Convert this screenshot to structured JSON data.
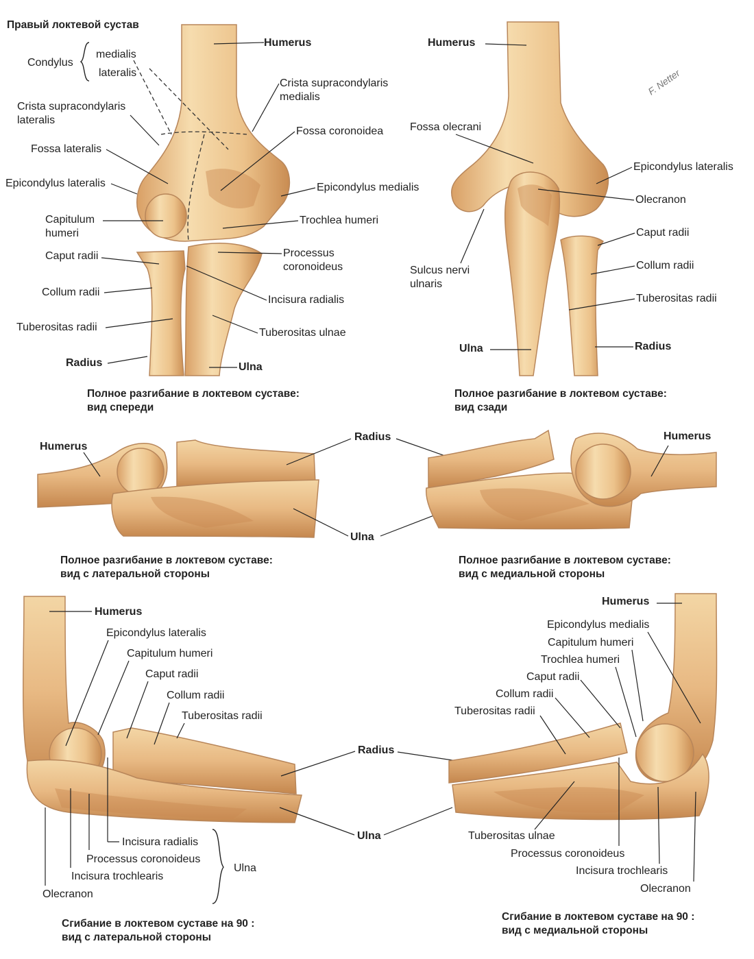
{
  "title": "Правый локтевой сустав",
  "signature": "F. Netter",
  "panel_front": {
    "caption_line1": "Полное разгибание в локтевом суставе:",
    "caption_line2": "вид спереди",
    "condylus": "Condylus",
    "medialis": "medialis",
    "lateralis": "lateralis",
    "humerus": "Humerus",
    "crista_lat_1": "Crista supracondylaris",
    "crista_lat_2": "lateralis",
    "crista_med_1": "Crista supracondylaris",
    "crista_med_2": "medialis",
    "fossa_lateralis": "Fossa lateralis",
    "fossa_coronoidea": "Fossa coronoidea",
    "epicondylus_lateralis": "Epicondylus lateralis",
    "epicondylus_medialis": "Epicondylus medialis",
    "capitulum_1": "Capitulum",
    "capitulum_2": "humeri",
    "trochlea": "Trochlea humeri",
    "caput_radii": "Caput radii",
    "processus_1": "Processus",
    "processus_2": "coronoideus",
    "collum_radii": "Collum radii",
    "incisura_radialis": "Incisura radialis",
    "tuberositas_radii": "Tuberositas radii",
    "tuberositas_ulnae": "Tuberositas ulnae",
    "radius": "Radius",
    "ulna": "Ulna"
  },
  "panel_back": {
    "caption_line1": "Полное разгибание в локтевом суставе:",
    "caption_line2": "вид сзади",
    "humerus": "Humerus",
    "fossa_olecrani": "Fossa olecrani",
    "epicondylus_lateralis": "Epicondylus lateralis",
    "olecranon": "Olecranon",
    "caput_radii": "Caput radii",
    "collum_radii": "Collum radii",
    "tuberositas_radii": "Tuberositas radii",
    "sulcus_1": "Sulcus nervi",
    "sulcus_2": "ulnaris",
    "ulna": "Ulna",
    "radius": "Radius"
  },
  "panel_lateral_ext": {
    "caption_line1": "Полное разгибание в локтевом суставе:",
    "caption_line2": "вид с латеральной стороны",
    "humerus": "Humerus"
  },
  "panel_medial_ext": {
    "caption_line1": "Полное разгибание в локтевом суставе:",
    "caption_line2": "вид с медиальной стороны",
    "humerus": "Humerus"
  },
  "middle_shared": {
    "radius": "Radius",
    "ulna": "Ulna"
  },
  "panel_lateral_flex": {
    "caption_line1": "Сгибание в локтевом суставе на 90 :",
    "caption_line2": "вид с латеральной стороны",
    "humerus": "Humerus",
    "epicondylus_lateralis": "Epicondylus lateralis",
    "capitulum": "Capitulum humeri",
    "caput_radii": "Caput radii",
    "collum_radii": "Collum radii",
    "tuberositas_radii": "Tuberositas radii",
    "incisura_radialis": "Incisura radialis",
    "processus": "Processus coronoideus",
    "incisura_trochlearis": "Incisura trochlearis",
    "olecranon": "Olecranon",
    "ulna_group": "Ulna"
  },
  "panel_medial_flex": {
    "caption_line1": "Сгибание в локтевом суставе на 90 :",
    "caption_line2": "вид с медиальной стороны",
    "humerus": "Humerus",
    "epicondylus_medialis": "Epicondylus medialis",
    "capitulum": "Capitulum humeri",
    "trochlea": "Trochlea humeri",
    "caput_radii": "Caput radii",
    "collum_radii": "Collum radii",
    "tuberositas_radii": "Tuberositas radii",
    "tuberositas_ulnae": "Tuberositas ulnae",
    "processus": "Processus coronoideus",
    "incisura_trochlearis": "Incisura trochlearis",
    "olecranon": "Olecranon"
  },
  "bottom_shared": {
    "radius": "Radius",
    "ulna": "Ulna"
  }
}
